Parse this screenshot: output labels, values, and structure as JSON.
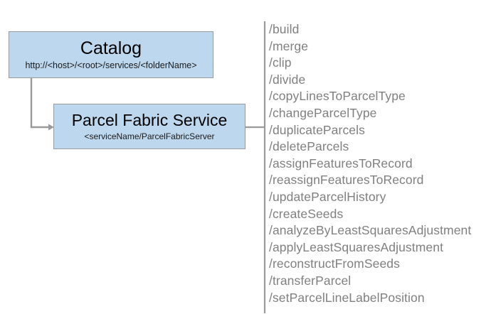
{
  "diagram": {
    "type": "architecture-flow",
    "background_color": "#ffffff",
    "node_fill_color": "#bdd7ee",
    "node_border_color": "#9a9a9a",
    "connector_color": "#9a9a9a",
    "operations_text_color": "#808080",
    "nodes": [
      {
        "id": "catalog",
        "title": "Catalog",
        "subtitle": "http://<host>/<root>/services/<folderName>"
      },
      {
        "id": "parcel-fabric-service",
        "title": "Parcel Fabric Service",
        "subtitle": "<serviceName/ParcelFabricServer"
      }
    ],
    "operations": [
      "/build",
      "/merge",
      "/clip",
      "/divide",
      "/copyLinesToParcelType",
      "/changeParcelType",
      "/duplicateParcels",
      "/deleteParcels",
      "/assignFeaturesToRecord",
      "/reassignFeaturesToRecord",
      "/updateParcelHistory",
      "/createSeeds",
      "/analyzeByLeastSquaresAdjustment",
      "/applyLeastSquaresAdjustment",
      "/reconstructFromSeeds",
      "/transferParcel",
      "/setParcelLineLabelPosition"
    ]
  }
}
